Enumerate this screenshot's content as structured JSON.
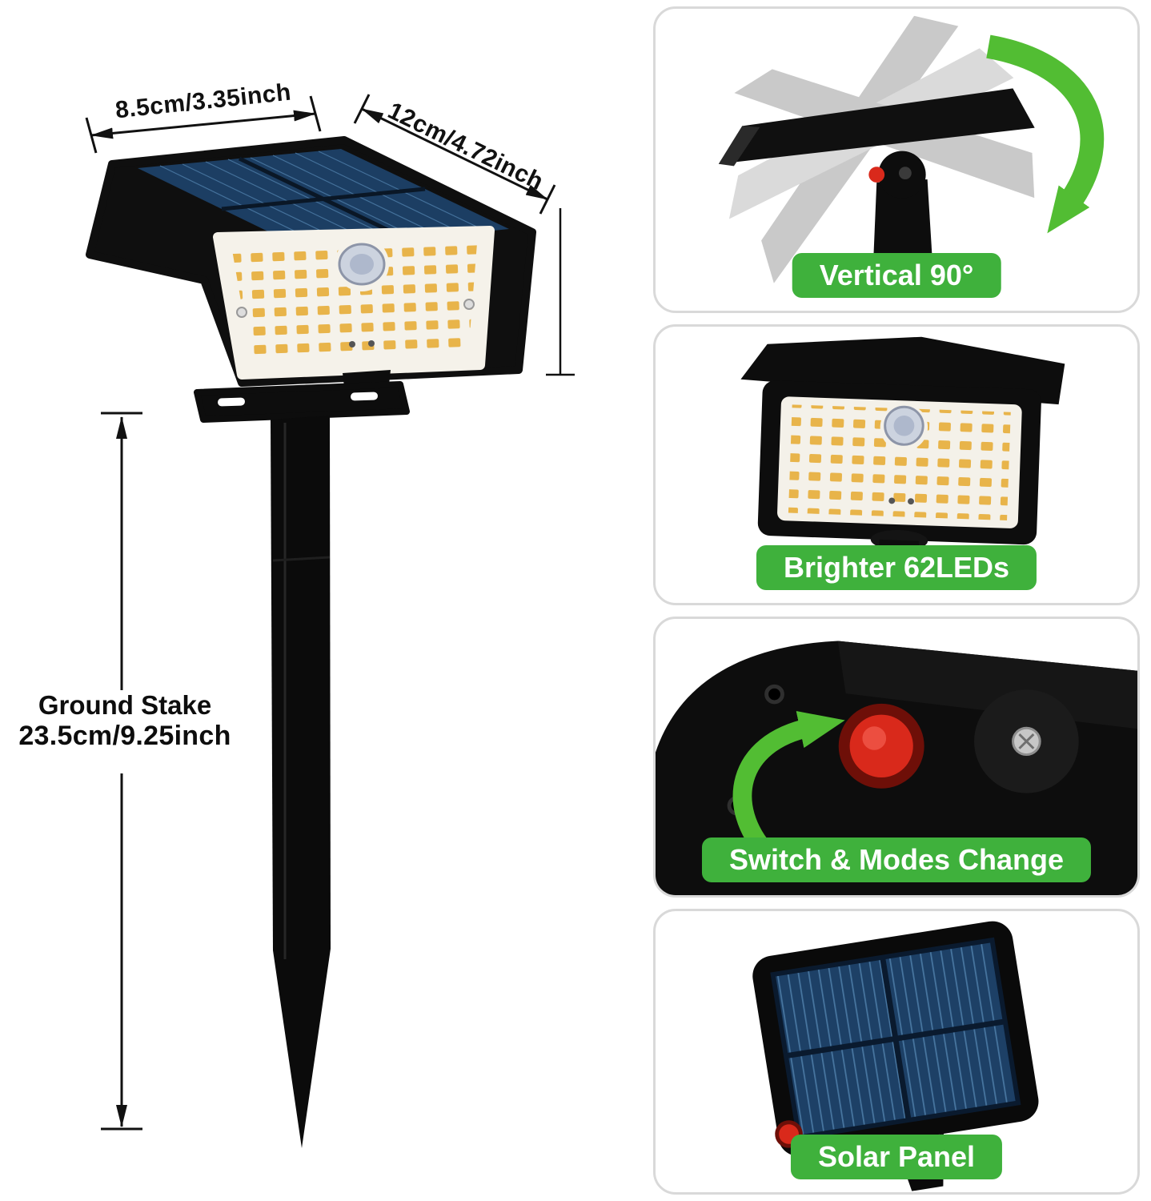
{
  "colors": {
    "accent_green": "#3fb13c",
    "arrow_green": "#52bd33",
    "solar_blue": "#1d4066",
    "led_amber": "#e8b44a",
    "button_red": "#d9291b",
    "housing_black": "#0d0d0d",
    "card_border": "#d9d9d9"
  },
  "dimensions": {
    "panel_width": "8.5cm/3.35inch",
    "panel_depth": "12cm/4.72inch",
    "stake_title": "Ground Stake",
    "stake_length": "23.5cm/9.25inch"
  },
  "features": [
    {
      "label": "Vertical 90°"
    },
    {
      "label": "Brighter 62LEDs"
    },
    {
      "label": "Switch & Modes Change"
    },
    {
      "label": "Solar Panel"
    }
  ]
}
